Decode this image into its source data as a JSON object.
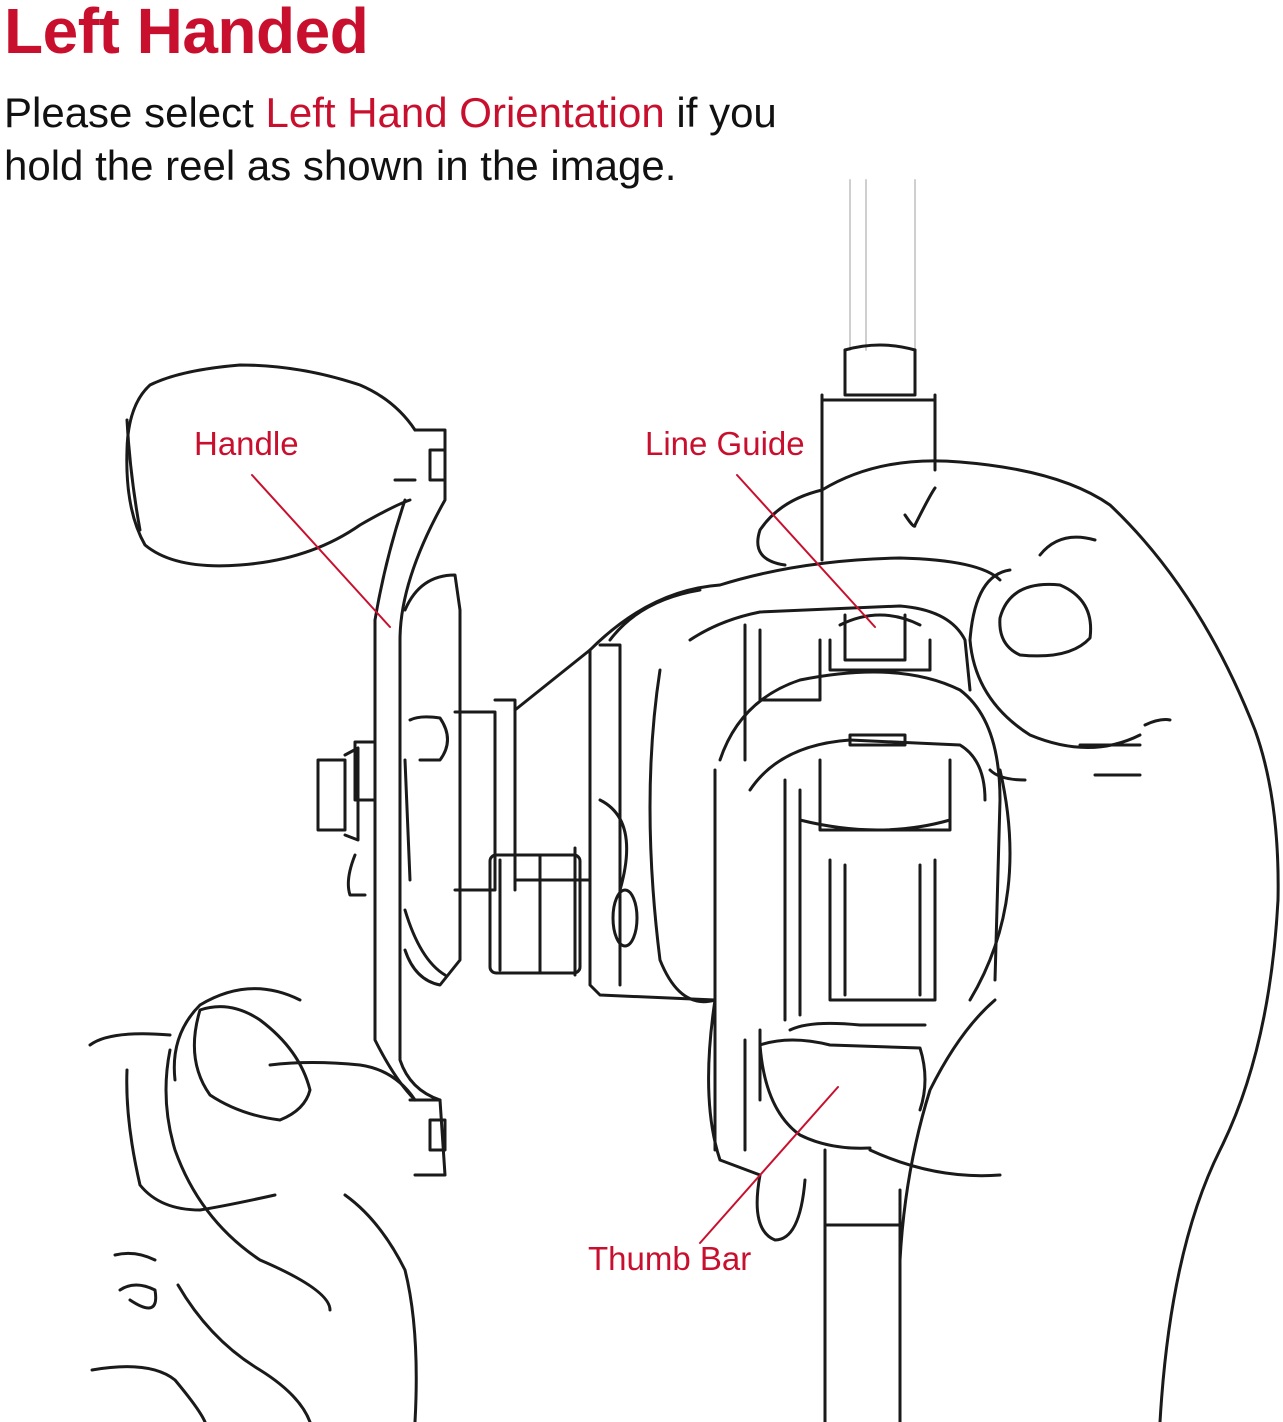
{
  "title": "Left Handed",
  "subtitle": {
    "prefix": "Please select ",
    "highlight": "Left Hand Orientation",
    "line1_suffix": " if you",
    "line2": "hold the reel as shown in the image."
  },
  "labels": {
    "handle": "Handle",
    "line_guide": "Line Guide",
    "thumb_bar": "Thumb Bar"
  },
  "colors": {
    "accent": "#c8102e",
    "text": "#111111",
    "outline": "#1a1a1a"
  }
}
